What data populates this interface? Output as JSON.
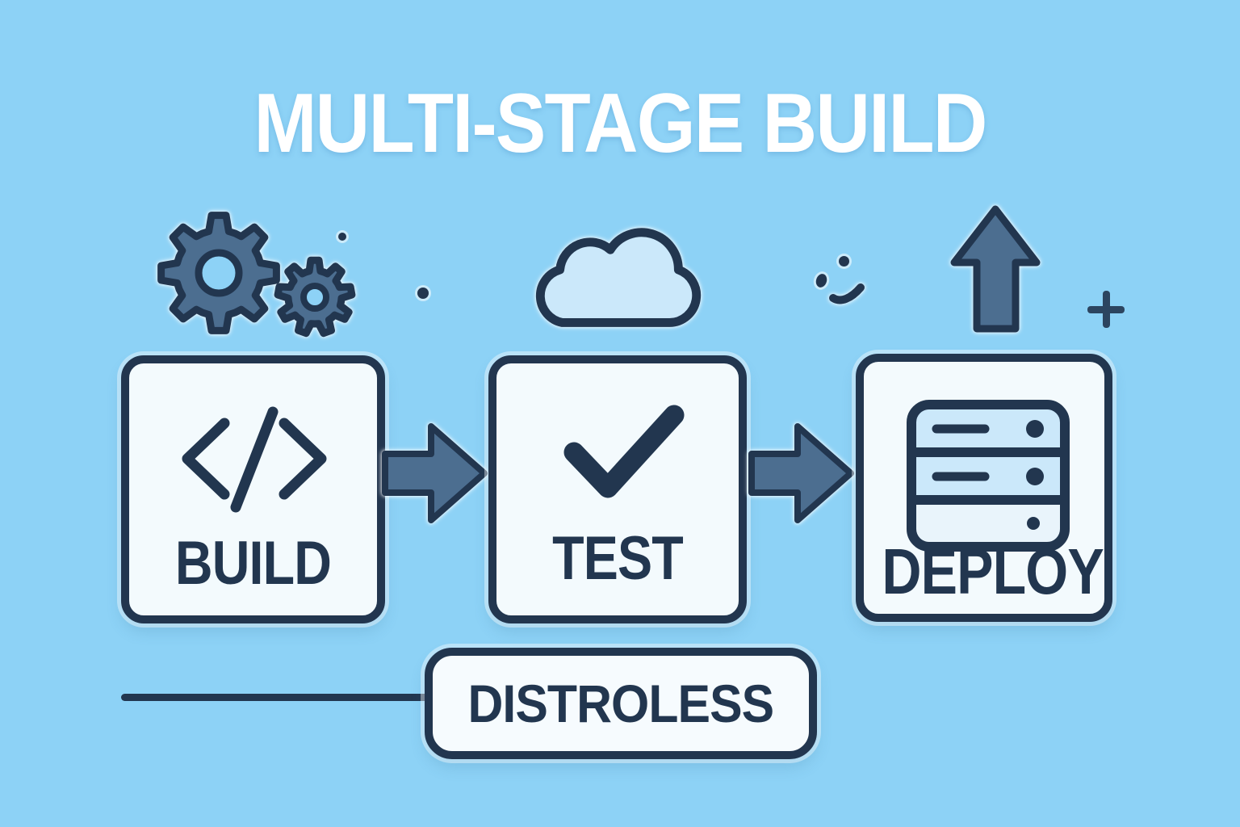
{
  "title": "MULTI-STAGE BUILD",
  "stages": [
    {
      "id": "build",
      "label": "BUILD",
      "box_icon": "code-icon",
      "top_icon": "gears-icon"
    },
    {
      "id": "test",
      "label": "TEST",
      "box_icon": "checkmark-icon",
      "top_icon": "cloud-icon"
    },
    {
      "id": "deploy",
      "label": "DEPLOY",
      "box_icon": "server-stack-icon",
      "top_icon": "upload-arrow-icon"
    }
  ],
  "connectors": [
    {
      "from": "build",
      "to": "test",
      "type": "arrow-right"
    },
    {
      "from": "test",
      "to": "deploy",
      "type": "arrow-right"
    }
  ],
  "callout": {
    "label": "DISTROLESS",
    "connects_from": "build"
  },
  "decorations": [
    "dot",
    "dot",
    "dot",
    "oval-dot",
    "curved-dash",
    "plus-sign"
  ],
  "colors": {
    "background": "#8DD2F6",
    "outline_navy": "#22364F",
    "slate_fill": "#4C6E90",
    "light_icon_fill": "#CBE8FA",
    "box_fill": "#F3FAFD",
    "pill_fill": "#F6FBFE",
    "title_white": "#FFFFFF"
  }
}
